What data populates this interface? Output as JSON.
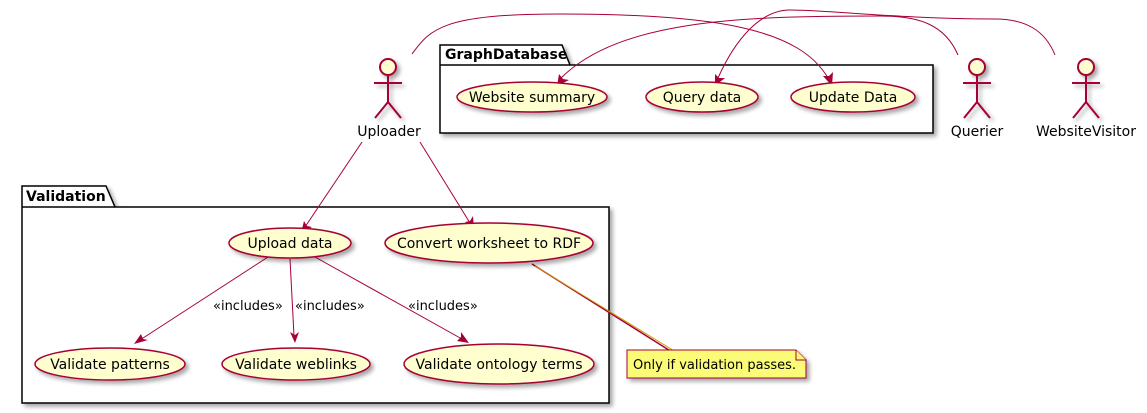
{
  "packages": {
    "graph_db": {
      "title": "GraphDatabase"
    },
    "validation": {
      "title": "Validation"
    }
  },
  "actors": {
    "uploader": "Uploader",
    "querier": "Querier",
    "visitor": "WebsiteVisitor"
  },
  "usecases": {
    "website_summary": "Website summary",
    "query_data": "Query data",
    "update_data": "Update Data",
    "upload_data": "Upload data",
    "convert_rdf": "Convert worksheet to RDF",
    "validate_patterns": "Validate patterns",
    "validate_weblinks": "Validate weblinks",
    "validate_ontology": "Validate ontology terms"
  },
  "relations": {
    "includes_1": "«includes»",
    "includes_2": "«includes»",
    "includes_3": "«includes»"
  },
  "note": {
    "text": "Only if validation passes."
  },
  "colors": {
    "usecase_fill": "#FEFECE",
    "usecase_border": "#A80036",
    "edge": "#A80036",
    "note_fill": "#FBFB77"
  }
}
